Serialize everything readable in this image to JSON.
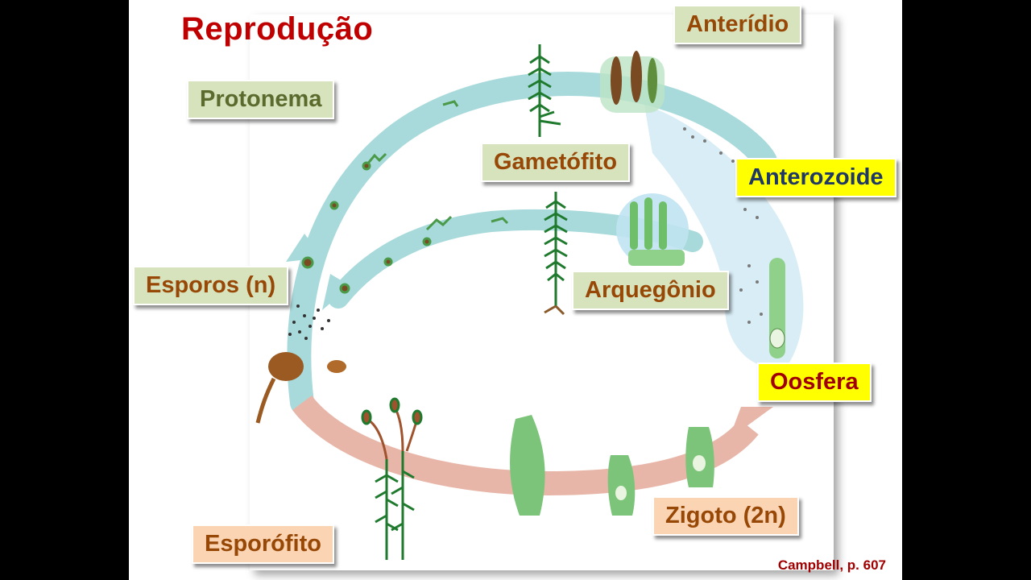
{
  "title": "Reprodução",
  "labels": {
    "anteridio": "Anterídio",
    "protonema": "Protonema",
    "gametofito": "Gametófito",
    "anterozoide": "Anterozoide",
    "esporos": "Esporos (n)",
    "arquegonio": "Arquegônio",
    "oosfera": "Oosfera",
    "zigoto": "Zigoto (2n)",
    "esporofito": "Esporófito"
  },
  "citation": "Campbell, p. 607",
  "colors": {
    "title": "#c00000",
    "haploid_arrow": "#a8dadb",
    "diploid_arrow": "#e8b6a8",
    "label_green": "#d6e3bc",
    "label_yellow": "#ffff00",
    "label_pink": "#fbd4b4",
    "plant_green": "#2e8b3a"
  }
}
